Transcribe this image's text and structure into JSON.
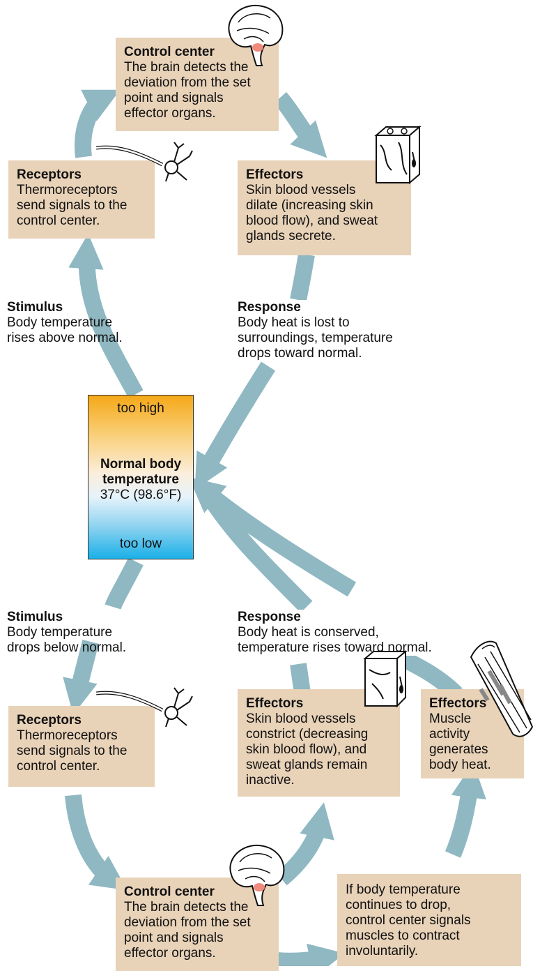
{
  "thermometer": {
    "top": "too high",
    "title_line1": "Normal body",
    "title_line2": "temperature",
    "value": "37°C (98.6°F)",
    "bottom": "too low"
  },
  "upper": {
    "control": {
      "title": "Control center",
      "lines": [
        "The brain detects the",
        "deviation from the set",
        "point and signals",
        "effector organs."
      ]
    },
    "receptors": {
      "title": "Receptors",
      "lines": [
        "Thermoreceptors",
        "send signals to the",
        "control center."
      ]
    },
    "effectors": {
      "title": "Effectors",
      "lines": [
        "Skin blood vessels",
        "dilate (increasing skin",
        "blood flow), and sweat",
        "glands secrete."
      ]
    },
    "stimulus": {
      "title": "Stimulus",
      "lines": [
        "Body temperature",
        "rises above normal."
      ]
    },
    "response": {
      "title": "Response",
      "lines": [
        "Body heat is lost to",
        "surroundings, temperature",
        "drops toward normal."
      ]
    }
  },
  "lower": {
    "stimulus": {
      "title": "Stimulus",
      "lines": [
        "Body temperature",
        "drops below normal."
      ]
    },
    "response": {
      "title": "Response",
      "lines": [
        "Body heat is conserved,",
        "temperature rises toward normal."
      ]
    },
    "receptors": {
      "title": "Receptors",
      "lines": [
        "Thermoreceptors",
        "send signals to the",
        "control center."
      ]
    },
    "effectors_skin": {
      "title": "Effectors",
      "lines": [
        "Skin blood vessels",
        "constrict (decreasing",
        "skin blood flow), and",
        "sweat glands remain",
        "inactive."
      ]
    },
    "effectors_muscle": {
      "title": "Effectors",
      "lines": [
        "Muscle",
        "activity",
        "generates",
        "body heat."
      ]
    },
    "control": {
      "title": "Control center",
      "lines": [
        "The brain detects the",
        "deviation from the set",
        "point and signals",
        "effector organs."
      ]
    },
    "shiver": {
      "lines": [
        "If body temperature",
        "continues to drop,",
        "control center signals",
        "muscles to contract",
        "involuntarily."
      ]
    }
  },
  "colors": {
    "arrow": "#8fb8c2",
    "box": "#e8d2b8",
    "too_high": "#f5a818",
    "too_low": "#1ab0e8"
  },
  "icons": [
    "brain-icon",
    "neuron-icon",
    "skin-icon",
    "muscle-icon"
  ]
}
